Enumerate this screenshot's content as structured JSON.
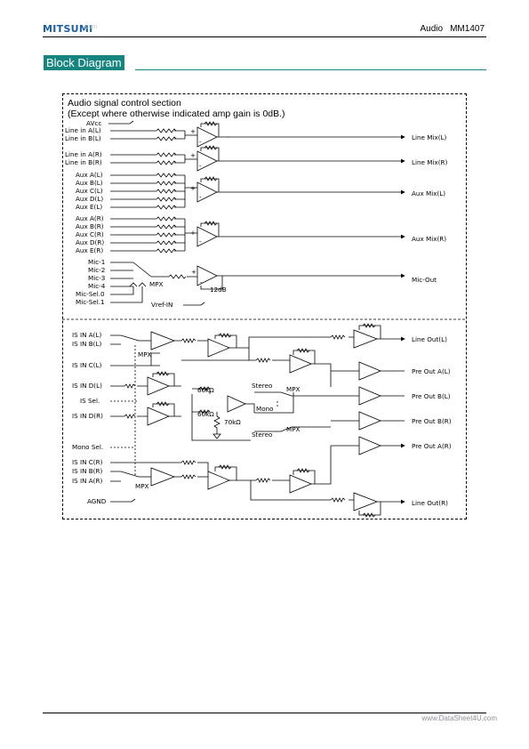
{
  "header": {
    "logo": "MITSUMI",
    "watermark": ".com",
    "category": "Audio",
    "part_number": "MM1407"
  },
  "section": {
    "title": "Block Diagram"
  },
  "diagram": {
    "title_line1": "Audio signal control section",
    "title_line2": "(Except where otherwise indicated amp gain is 0dB.)",
    "power_pin": "AVcc",
    "ground_pin": "AGND",
    "line_inputs": [
      "Line in A(L)",
      "Line in B(L)",
      "Line in A(R)",
      "Line in B(R)"
    ],
    "aux_l_inputs": [
      "Aux A(L)",
      "Aux B(L)",
      "Aux C(L)",
      "Aux D(L)",
      "Aux E(L)"
    ],
    "aux_r_inputs": [
      "Aux A(R)",
      "Aux B(R)",
      "Aux C(R)",
      "Aux D(R)",
      "Aux E(R)"
    ],
    "mic_inputs": [
      "Mic-1",
      "Mic-2",
      "Mic-3",
      "Mic-4",
      "Mic-Sel.0",
      "Mic-Sel.1"
    ],
    "is_inputs_top": [
      "IS IN A(L)",
      "IS IN B(L)",
      "IS IN C(L)",
      "IS IN D(L)",
      "IS Sel.",
      "IS IN D(R)",
      "Mono Sel."
    ],
    "is_inputs_bottom": [
      "IS IN C(R)",
      "IS IN B(R)",
      "IS IN A(R)"
    ],
    "mix_outputs": [
      "Line Mix(L)",
      "Line Mix(R)",
      "Aux Mix(L)",
      "Aux Mix(R)",
      "Mic-Out"
    ],
    "right_outputs": [
      "Line Out(L)",
      "Pre Out A(L)",
      "Pre Out B(L)",
      "Pre Out B(R)",
      "Pre Out A(R)",
      "Line Out(R)"
    ],
    "internal_labels": {
      "mpx": "MPX",
      "gain_12db": "12dB",
      "vref": "Vref-IN",
      "res_60k_a": "60kΩ",
      "res_60k_b": "60kΩ",
      "res_70k": "70kΩ",
      "stereo": "Stereo",
      "mono": "Mono"
    }
  },
  "footer": {
    "watermark": "www.DataSheet4U.com"
  }
}
